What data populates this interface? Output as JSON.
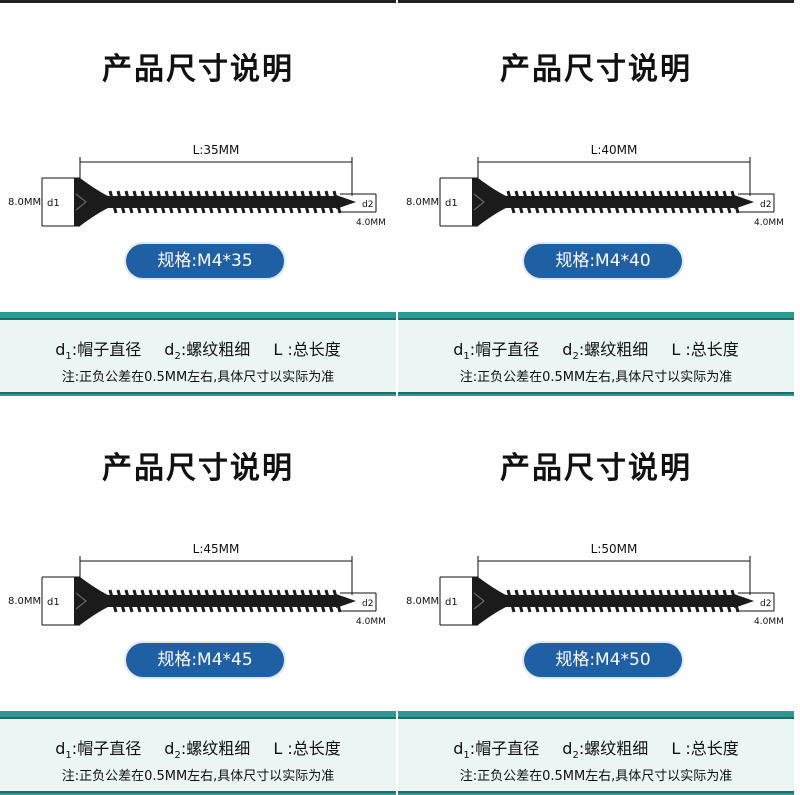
{
  "panels": [
    {
      "title": "产品尺寸说明",
      "length_label": "L:35MM",
      "head_label": "8.0MM",
      "thread_label": "4.0MM",
      "d1_label": "d1",
      "d2_label": "d2",
      "spec": "规格:M4*35",
      "legend": {
        "d1_text": "帽子直径",
        "d2_text": "螺纹粗细",
        "l_text": "L :总长度"
      },
      "note": "注:正负公差在0.5MM左右,具体尺寸以实际为准"
    },
    {
      "title": "产品尺寸说明",
      "length_label": "L:40MM",
      "head_label": "8.0MM",
      "thread_label": "4.0MM",
      "d1_label": "d1",
      "d2_label": "d2",
      "spec": "规格:M4*40",
      "legend": {
        "d1_text": "帽子直径",
        "d2_text": "螺纹粗细",
        "l_text": "L :总长度"
      },
      "note": "注:正负公差在0.5MM左右,具体尺寸以实际为准"
    },
    {
      "title": "产品尺寸说明",
      "length_label": "L:45MM",
      "head_label": "8.0MM",
      "thread_label": "4.0MM",
      "d1_label": "d1",
      "d2_label": "d2",
      "spec": "规格:M4*45",
      "legend": {
        "d1_text": "帽子直径",
        "d2_text": "螺纹粗细",
        "l_text": "L :总长度"
      },
      "note": "注:正负公差在0.5MM左右,具体尺寸以实际为准"
    },
    {
      "title": "产品尺寸说明",
      "length_label": "L:50MM",
      "head_label": "8.0MM",
      "thread_label": "4.0MM",
      "d1_label": "d1",
      "d2_label": "d2",
      "spec": "规格:M4*50",
      "legend": {
        "d1_text": "帽子直径",
        "d2_text": "螺纹粗细",
        "l_text": "L :总长度"
      },
      "note": "注:正负公差在0.5MM左右,具体尺寸以实际为准"
    }
  ],
  "colors": {
    "spec_pill": "#1f5fa4",
    "band": "#2a9a95",
    "band_inner": "#eaf5f4",
    "screw": "#1b1b1b"
  },
  "legend_symbols": {
    "d": "d",
    "sub1": "1",
    "sub2": "2",
    "colon": ":"
  }
}
